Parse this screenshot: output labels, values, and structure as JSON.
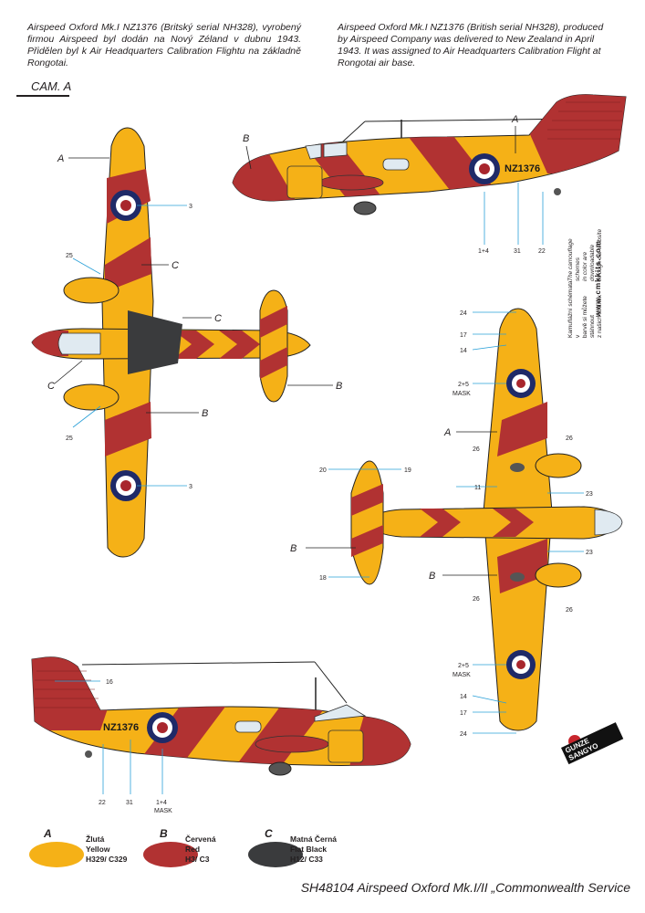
{
  "intro": {
    "cz": "Airspeed Oxford Mk.I   NZ1376 (Britský serial NH328), vyrobený firmou Airspeed byl dodán na Nový Zéland v dubnu 1943. Přidělen byl k Air Headquarters Calibration Flightu na základně Rongotai.",
    "en": "Airspeed Oxford Mk.I  NZ1376 (British serial NH328), produced by Airspeed Company was delivered to New Zealand in April 1943. It was assigned to Air Headquarters Calibration Flight at Rongotai air base."
  },
  "camo_label": "CAM. A",
  "serial": "NZ1376",
  "callouts": {
    "A": "A",
    "B": "B",
    "C": "C",
    "n3": "3",
    "n25": "25",
    "n1_4": "1+4",
    "n31": "31",
    "n22": "22",
    "n24": "24",
    "n17": "17",
    "n14": "14",
    "n2_5": "2+5",
    "mask": "MASK",
    "n26": "26",
    "n11": "11",
    "n23": "23",
    "n20": "20",
    "n19": "19",
    "n18": "18",
    "n16": "16"
  },
  "side_note": {
    "cz": [
      "Kamuflážní schémata v",
      "barvě si můžete stáhnout",
      "z našich stránek"
    ],
    "en": [
      "The camouflage schemes",
      "in color are downloadable",
      "through our website"
    ],
    "url": "www.cmkkits.com"
  },
  "logo": {
    "line1": "GUNZE",
    "line2": "SANGYO"
  },
  "legend": [
    {
      "letter": "A",
      "cz": "Žlutá",
      "en": "Yellow",
      "code": "H329/ C329",
      "color": "#f5b117"
    },
    {
      "letter": "B",
      "cz": "Červená",
      "en": "Red",
      "code": "H3/ C3",
      "color": "#b13232"
    },
    {
      "letter": "C",
      "cz": "Matná Černá",
      "en": "Flat Black",
      "code": "H12/ C33",
      "color": "#3a3b3d"
    }
  ],
  "footer": "SH48104 Airspeed Oxford Mk.I/II „Commonwealth Service",
  "colors": {
    "yellow": "#f5b117",
    "red": "#b13232",
    "black": "#3a3b3d",
    "callout_line": "#2aa0d8",
    "roundel_blue": "#1f2a68",
    "roundel_red": "#a8262d"
  }
}
